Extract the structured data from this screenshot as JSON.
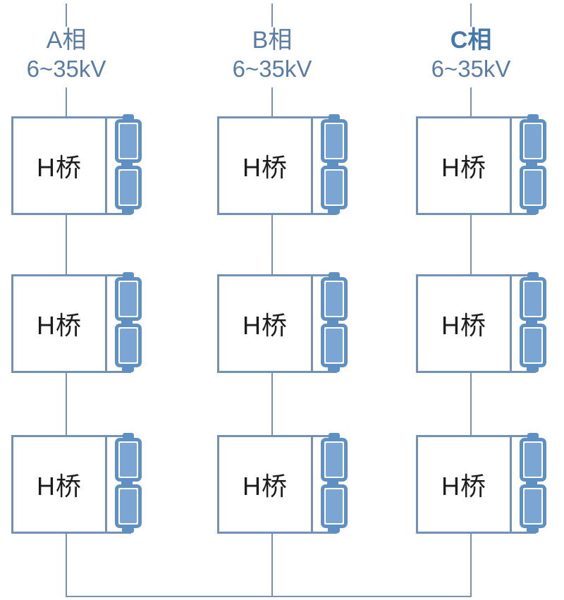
{
  "phases": [
    {
      "label": "A相",
      "voltage": "6~35kV",
      "modules": [
        {
          "label": "H桥"
        },
        {
          "label": "H桥"
        },
        {
          "label": "H桥"
        }
      ]
    },
    {
      "label": "B相",
      "voltage": "6~35kV",
      "modules": [
        {
          "label": "H桥"
        },
        {
          "label": "H桥"
        },
        {
          "label": "H桥"
        }
      ]
    },
    {
      "label": "C相",
      "voltage": "6~35kV",
      "modules": [
        {
          "label": "H桥"
        },
        {
          "label": "H桥"
        },
        {
          "label": "H桥"
        }
      ]
    }
  ],
  "colors": {
    "wire": "#7593b5",
    "box_border": "#7291b4",
    "battery_outline": "#5e90c4",
    "battery_core": "#7ba6d3",
    "phase_label": "#5a7ca3",
    "phase_label_c": "#4577ad",
    "module_label": "#1c1c1c"
  }
}
